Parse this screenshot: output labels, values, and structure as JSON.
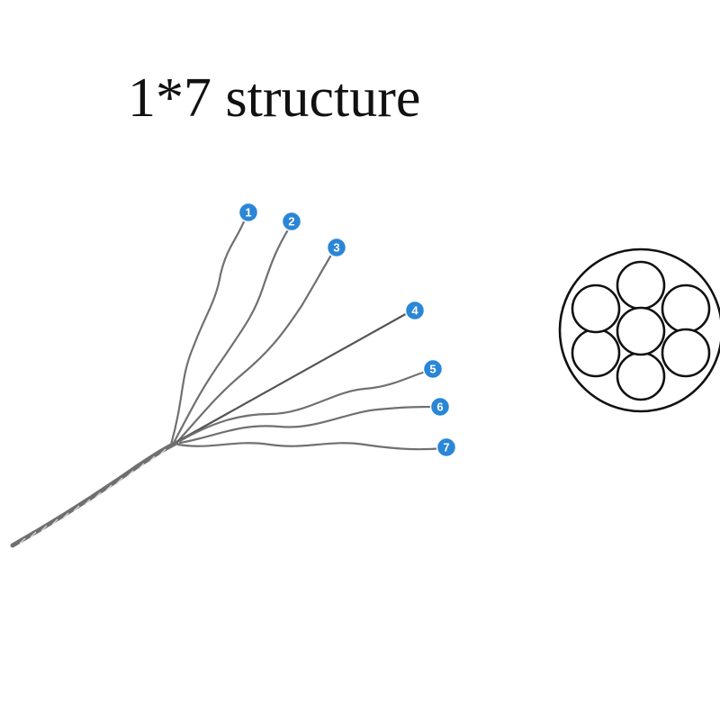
{
  "title": "1*7 structure",
  "colors": {
    "badge": "#2a86d6",
    "strand": "#707070",
    "cross_section_stroke": "#111111"
  },
  "strand_labels": [
    "1",
    "2",
    "3",
    "4",
    "5",
    "6",
    "7"
  ]
}
